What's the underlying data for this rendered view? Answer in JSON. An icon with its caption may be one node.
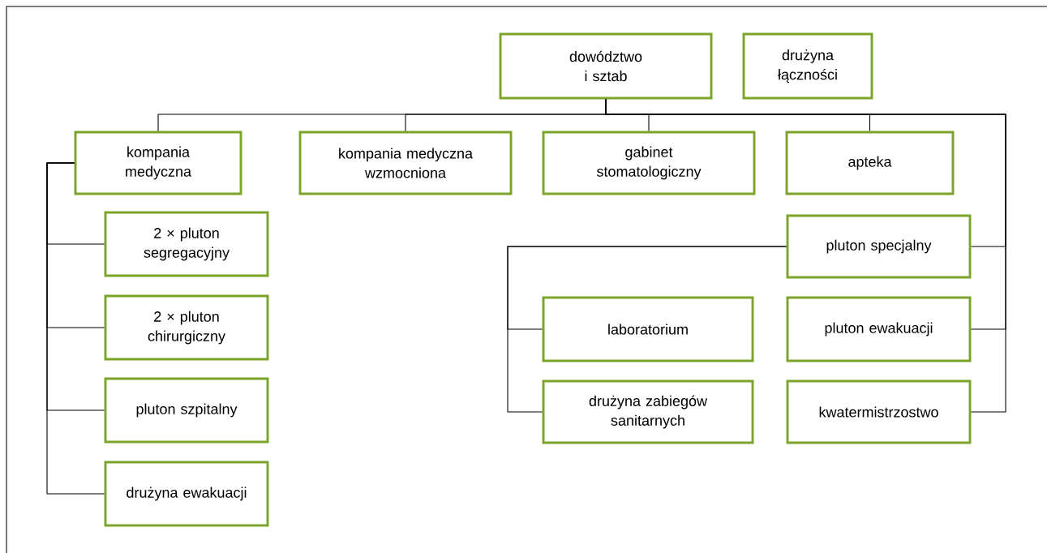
{
  "diagram": {
    "nodes": [
      {
        "text": [
          "dowództwo i sztab"
        ]
      },
      {
        "text": [
          "drużyna łączności"
        ]
      },
      {
        "text": [
          "kompania medyczna"
        ]
      },
      {
        "text": [
          "kompania medyczna wzmocniona"
        ]
      },
      {
        "text": [
          "gabinet stomatologiczny"
        ]
      },
      {
        "text": [
          "apteka"
        ]
      },
      {
        "text": [
          "2 × pluton segregacyjny"
        ]
      },
      {
        "text": [
          "pluton specjalny"
        ]
      },
      {
        "text": [
          "2 × pluton chirurgiczny"
        ]
      },
      {
        "text": [
          "laboratorium"
        ]
      },
      {
        "text": [
          "pluton ewakuacji"
        ]
      },
      {
        "text": [
          "pluton szpitalny"
        ]
      },
      {
        "text": [
          "drużyna zabiegów sanitarnych"
        ]
      },
      {
        "text": [
          "kwatermistrzostwo"
        ]
      },
      {
        "text": [
          "drużyna ewakuacji"
        ]
      }
    ],
    "edges": [
      {
        "from": 0,
        "to": 2,
        "arrow": "none"
      },
      {
        "from": 0,
        "to": 3,
        "arrow": "none"
      },
      {
        "from": 0,
        "to": 4,
        "arrow": "none"
      },
      {
        "from": 0,
        "to": 5,
        "arrow": "none"
      },
      {
        "from": 0,
        "to": 7,
        "arrow": "none"
      },
      {
        "from": 0,
        "to": 10,
        "arrow": "none"
      },
      {
        "from": 0,
        "to": 13,
        "arrow": "none"
      },
      {
        "from": 2,
        "to": 6,
        "arrow": "none"
      },
      {
        "from": 2,
        "to": 8,
        "arrow": "none"
      },
      {
        "from": 2,
        "to": 11,
        "arrow": "none"
      },
      {
        "from": 2,
        "to": 14,
        "arrow": "none"
      },
      {
        "from": 7,
        "to": 9,
        "arrow": "none"
      },
      {
        "from": 7,
        "to": 12,
        "arrow": "none"
      }
    ]
  }
}
